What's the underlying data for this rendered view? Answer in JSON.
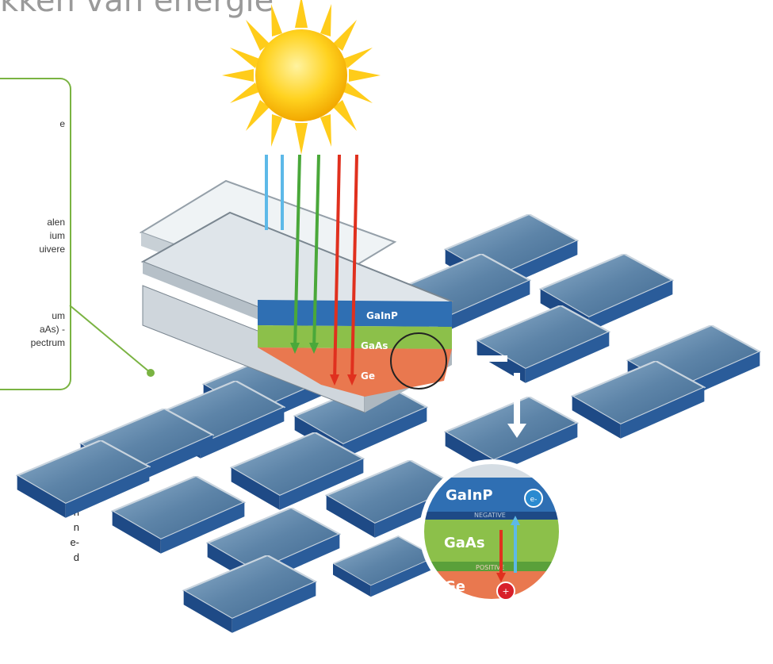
{
  "title": "kken van energie",
  "callout": {
    "line1": "e",
    "block2": "alen\nium\nuivere",
    "block3": "um\naAs) -\npectrum"
  },
  "side_text": "n\nn\ne-\nd",
  "cell_layers": {
    "top": "GaInP",
    "middle": "GaAs",
    "bottom": "Ge"
  },
  "zoom": {
    "top_label": "GaInP",
    "middle_label": "GaAs",
    "bottom_label": "Ge",
    "negative_label": "NEGATIVE",
    "positive_label": "POSITIVE",
    "electron_symbol": "e-",
    "hole_symbol": "+"
  },
  "colors": {
    "title": "#9a9a9a",
    "callout_border": "#7ab342",
    "panel_blue": "#5f87ab",
    "panel_dark": "#1f4e8a",
    "gainp": "#2f6fb3",
    "gaas": "#8cc04a",
    "ge": "#e9784f",
    "sun": "#ffcc1a"
  }
}
